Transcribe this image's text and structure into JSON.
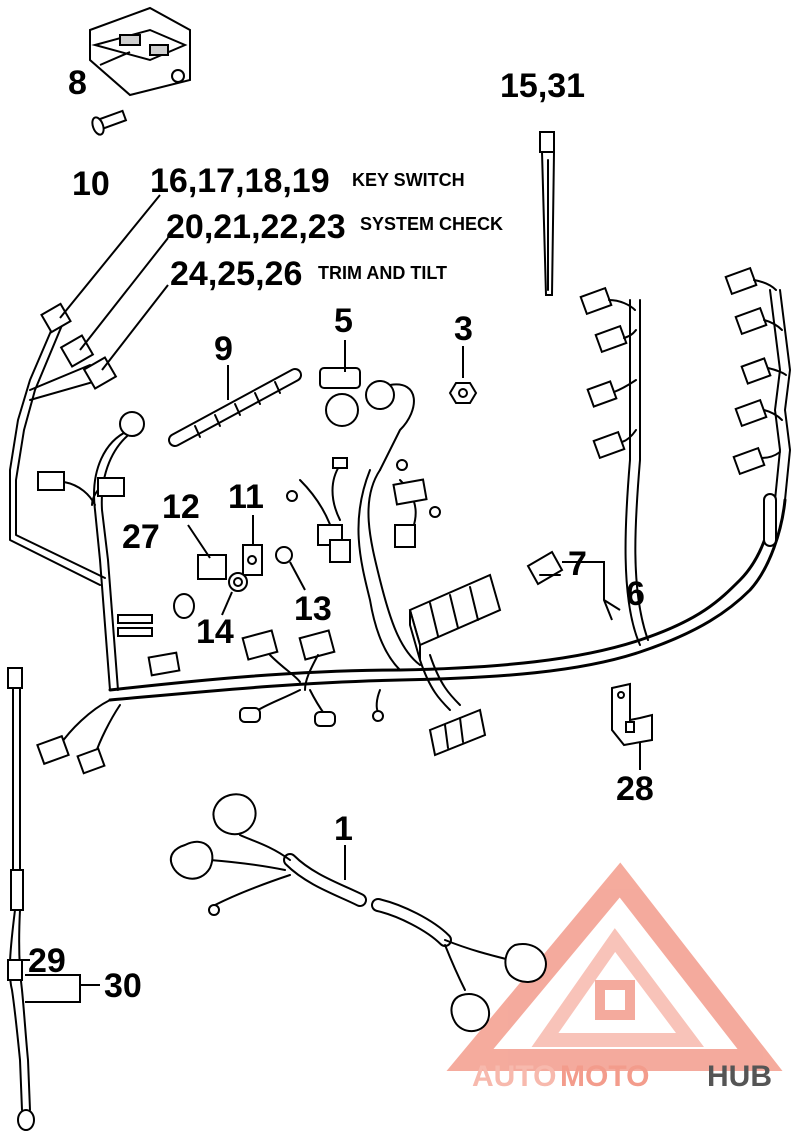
{
  "callouts": {
    "c8": "8",
    "c10": "10",
    "c15_31": "15,31",
    "c16_19": "16,17,18,19",
    "c20_23": "20,21,22,23",
    "c24_26": "24,25,26",
    "c9": "9",
    "c5": "5",
    "c3": "3",
    "c12": "12",
    "c11": "11",
    "c27": "27",
    "c7": "7",
    "c6": "6",
    "c13": "13",
    "c14": "14",
    "c28": "28",
    "c1": "1",
    "c29": "29",
    "c30": "30"
  },
  "captions": {
    "key_switch": "KEY SWITCH",
    "system_check": "SYSTEM CHECK",
    "trim_and_tilt": "TRIM AND TILT"
  },
  "watermark": {
    "part1": "AUTO",
    "part2": "MOTO",
    "part3": "HUB",
    "color_light": "#f7b9ad",
    "color_mid": "#f39c8c",
    "color_dark": "#555555"
  }
}
